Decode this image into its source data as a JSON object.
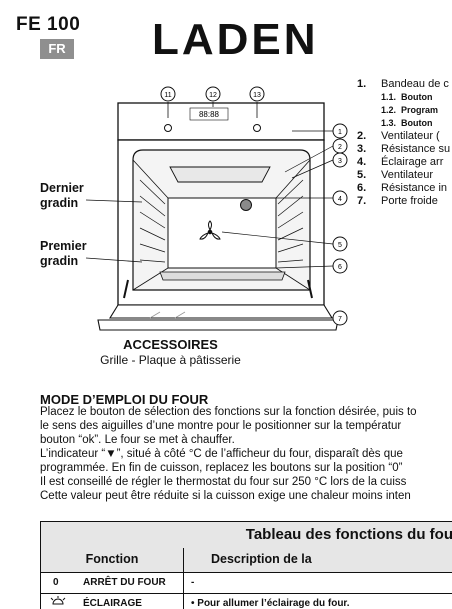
{
  "header": {
    "model": "FE 100",
    "lang": "FR",
    "brand": "LADEN"
  },
  "figure": {
    "callouts": [
      "11",
      "12",
      "13",
      "1",
      "2",
      "3",
      "4",
      "5",
      "6",
      "7"
    ],
    "rack_top": [
      "Dernier",
      "gradin"
    ],
    "rack_bottom": [
      "Premier",
      "gradin"
    ],
    "display_text": "88:88"
  },
  "legend": [
    {
      "num": "1.",
      "text": "Bandeau de c",
      "sub": false
    },
    {
      "num": "1.1.",
      "text": "Bouton",
      "sub": true
    },
    {
      "num": "1.2.",
      "text": "Program",
      "sub": true
    },
    {
      "num": "1.3.",
      "text": "Bouton",
      "sub": true
    },
    {
      "num": "2.",
      "text": "Ventilateur (",
      "sub": false
    },
    {
      "num": "3.",
      "text": "Résistance su",
      "sub": false
    },
    {
      "num": "4.",
      "text": "Éclairage arr",
      "sub": false
    },
    {
      "num": "5.",
      "text": "Ventilateur",
      "sub": false
    },
    {
      "num": "6.",
      "text": "Résistance in",
      "sub": false
    },
    {
      "num": "7.",
      "text": "Porte froide",
      "sub": false
    }
  ],
  "accessories": {
    "title": "ACCESSOIRES",
    "items": "Grille - Plaque à pâtisserie"
  },
  "mode": {
    "title": "MODE D’EMPLOI DU FOUR",
    "lines": [
      "Placez le bouton de sélection des fonctions sur la fonction désirée, puis to",
      "le sens des aiguilles d’une montre pour le positionner sur la températur",
      "bouton “ok”. Le four se met à chauffer.",
      "L’indicateur “▼”, situé à côté °C de l’afficheur du four, disparaît dès que",
      "programmée.  En fin de cuisson, replacez les boutons sur la position “0”",
      "Il est conseillé de régler le thermostat du four sur 250 °C lors de la cuiss",
      "Cette valeur peut être réduite si la cuisson exige une chaleur moins inten"
    ]
  },
  "table": {
    "title": "Tableau des fonctions du fou",
    "col_function": "Fonction",
    "col_description": "Description de la",
    "rows": [
      {
        "no": "0",
        "function": "ARRÊT DU FOUR",
        "description": "-"
      },
      {
        "no": "",
        "function": "ÉCLAIRAGE",
        "description": "•   Pour allumer l’éclairage du four."
      }
    ]
  }
}
